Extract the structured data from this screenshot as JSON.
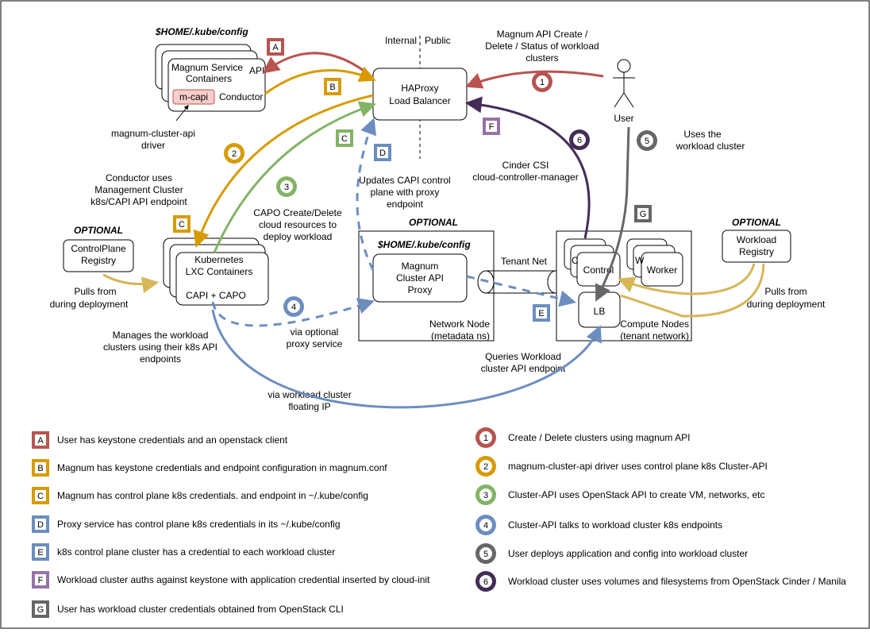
{
  "labels": {
    "kubeconfig_top": "$HOME/.kube/config",
    "magnum_service": "Magnum Service",
    "containers": "Containers",
    "api": "API",
    "mcapi": "m-capi",
    "conductor": "Conductor",
    "driver1": "magnum-cluster-api",
    "driver2": "driver",
    "internal": "Internal",
    "public": "Public",
    "haproxy1": "HAProxy",
    "haproxy2": "Load Balancer",
    "user": "User",
    "magnum_api1": "Magnum API Create /",
    "magnum_api2": "Delete / Status of workload",
    "magnum_api3": "clusters",
    "uses1": "Uses the",
    "uses2": "workload cluster",
    "cinder1": "Cinder CSI",
    "cinder2": "cloud-controller-manager",
    "updates1": "Updates CAPI control",
    "updates2": "plane with proxy",
    "updates3": "endpoint",
    "capo1": "CAPO Create/Delete",
    "capo2": "cloud resources to",
    "capo3": "deploy workload",
    "cond1": "Conductor uses",
    "cond2": "Management Cluster",
    "cond3": "k8s/CAPI API endpoint",
    "optional_left": "OPTIONAL",
    "cp_registry1": "ControlPlane",
    "cp_registry2": "Registry",
    "pulls_left1": "Pulls from",
    "pulls_left2": "during deployment",
    "k8s1": "Kubernetes",
    "k8s2": "LXC Containers",
    "capi_capo": "CAPI + CAPO",
    "manages1": "Manages the workload",
    "manages2": "clusters using their k8s API",
    "manages3": "endpoints",
    "via_opt1": "via optional",
    "via_opt2": "proxy service",
    "optional_mid": "OPTIONAL",
    "kubeconfig_mid": "$HOME/.kube/config",
    "proxy1": "Magnum",
    "proxy2": "Cluster API",
    "proxy3": "Proxy",
    "tenant_net": "Tenant Net",
    "netnode1": "Network Node",
    "netnode2": "(metadata ns)",
    "control_a": "C",
    "control_b": "C",
    "control": "Control",
    "worker_a": "W",
    "worker_b": "W",
    "worker": "Worker",
    "lb": "LB",
    "compute1": "Compute Nodes",
    "compute2": "(tenant network)",
    "optional_right": "OPTIONAL",
    "wl_registry1": "Workload",
    "wl_registry2": "Registry",
    "pulls_right1": "Pulls from",
    "pulls_right2": "during deployment",
    "queries1": "Queries Workload",
    "queries2": "cluster API endpoint",
    "via_fip1": "via workload cluster",
    "via_fip2": "floating IP"
  },
  "markers": {
    "A": "A",
    "B": "B",
    "C": "C",
    "D": "D",
    "E": "E",
    "F": "F",
    "G": "G",
    "n1": "1",
    "n2": "2",
    "n3": "3",
    "n4": "4",
    "n5": "5",
    "n6": "6"
  },
  "legend_letters": [
    {
      "letter": "A",
      "text": "User has keystone credentials and an openstack client"
    },
    {
      "letter": "B",
      "text": "Magnum has keystone credentials and endpoint configuration in magnum.conf"
    },
    {
      "letter": "C",
      "text": "Magnum has control plane k8s credentials. and endpoint in ~/.kube/config"
    },
    {
      "letter": "D",
      "text": "Proxy service has control plane k8s credentials in its ~/.kube/config"
    },
    {
      "letter": "E",
      "text": "k8s control plane cluster has a credential to each workload cluster"
    },
    {
      "letter": "F",
      "text": "Workload cluster auths against keystone with application credential inserted by cloud-init"
    },
    {
      "letter": "G",
      "text": "User has workload cluster credentials obtained from OpenStack CLI"
    }
  ],
  "legend_numbers": [
    {
      "num": "1",
      "text": "Create / Delete clusters using magnum API"
    },
    {
      "num": "2",
      "text": "magnum-cluster-api driver uses control plane k8s Cluster-API"
    },
    {
      "num": "3",
      "text": "Cluster-API uses OpenStack API to create VM, networks, etc"
    },
    {
      "num": "4",
      "text": "Cluster-API talks to workload cluster k8s endpoints"
    },
    {
      "num": "5",
      "text": "User deploys application and config into workload cluster"
    },
    {
      "num": "6",
      "text": "Workload cluster uses volumes and filesystems from OpenStack Cinder / Manila"
    }
  ],
  "colors": {
    "red": "#b85450",
    "orange": "#d79b00",
    "green": "#82b366",
    "blue": "#6c8ebf",
    "purple": "#9673a6",
    "gray": "#666666",
    "darkpurple": "#432d57",
    "yellow_line": "#d6b656",
    "mcapi_fill": "#f8cecc"
  }
}
